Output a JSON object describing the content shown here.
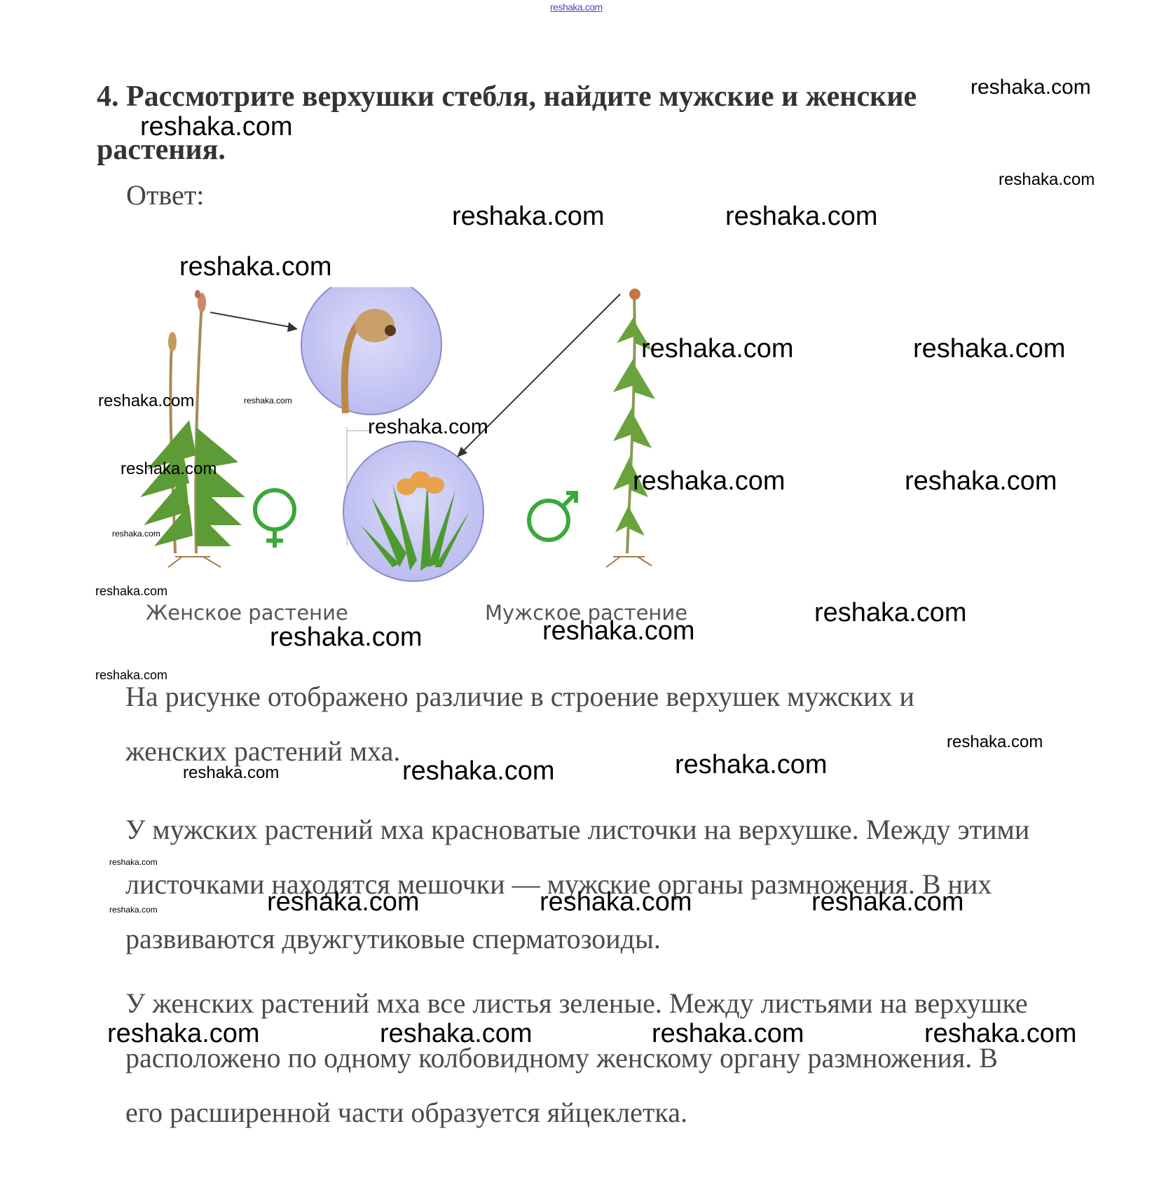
{
  "header": {
    "site_link": "reshaka.com"
  },
  "task": {
    "heading": "4. Рассмотрите верхушки стебля, найдите мужские и женские растения.",
    "answer_label": "Ответ:"
  },
  "figure": {
    "female_label": "Женское растение",
    "male_label": "Мужское растение",
    "female_symbol": "female-symbol",
    "male_symbol": "male-symbol"
  },
  "body_text": [
    "На рисунке отображено различие в строение верхушек мужских и женских растений мха.",
    "У мужских растений мха красноватые листочки на верхушке. Между этими листочками находятся мешочки — мужские органы размножения. В них развиваются двужгутиковые сперматозоиды.",
    "У женских растений мха все листья зеленые. Между листьями на верхушке расположено по одному колбовидному женскому органу размножения. В его расширенной части образуется яйцеклетка."
  ],
  "watermarks": [
    "reshaka.com",
    "reshaka.com",
    "reshaka.com",
    "reshaka.com",
    "reshaka.com",
    "reshaka.com",
    "reshaka.com",
    "reshaka.com",
    "reshaka.com",
    "reshaka.com",
    "reshaka.com",
    "reshaka.com",
    "reshaka.com",
    "reshaka.com",
    "reshaka.com",
    "reshaka.com",
    "reshaka.com",
    "reshaka.com",
    "reshaka.com",
    "reshaka.com",
    "reshaka.com",
    "reshaka.com",
    "reshaka.com",
    "reshaka.com",
    "reshaka.com",
    "reshaka.com",
    "reshaka.com",
    "reshaka.com",
    "reshaka.com",
    "reshaka.com",
    "reshaka.com",
    "reshaka.com"
  ],
  "colors": {
    "circle_fill": "#c9c9f4",
    "plant_green": "#4f8a2a",
    "symbol_green": "#3aa83a"
  }
}
